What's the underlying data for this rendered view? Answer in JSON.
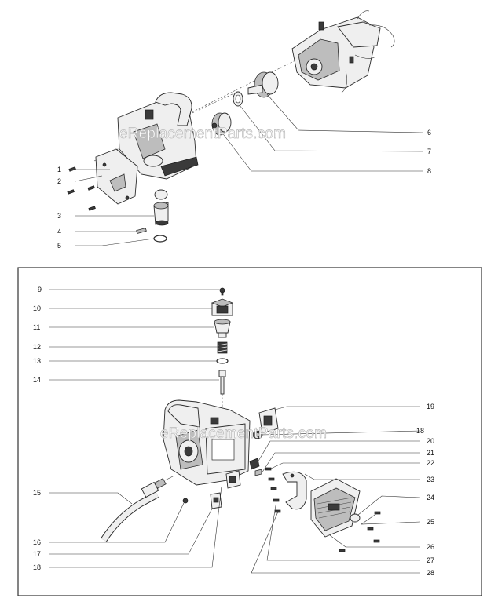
{
  "watermark": "eReplacementParts.com",
  "top_callouts": [
    "1",
    "2",
    "3",
    "4",
    "5",
    "6",
    "7",
    "8"
  ],
  "bottom_callouts": [
    "9",
    "10",
    "11",
    "12",
    "13",
    "14",
    "15",
    "16",
    "17",
    "18",
    "19",
    "18",
    "20",
    "21",
    "22",
    "23",
    "24",
    "25",
    "26",
    "27",
    "28"
  ],
  "colors": {
    "line": "#2a2a2a",
    "panel_border": "#333333",
    "watermark_stroke": "#b9b9b9"
  }
}
